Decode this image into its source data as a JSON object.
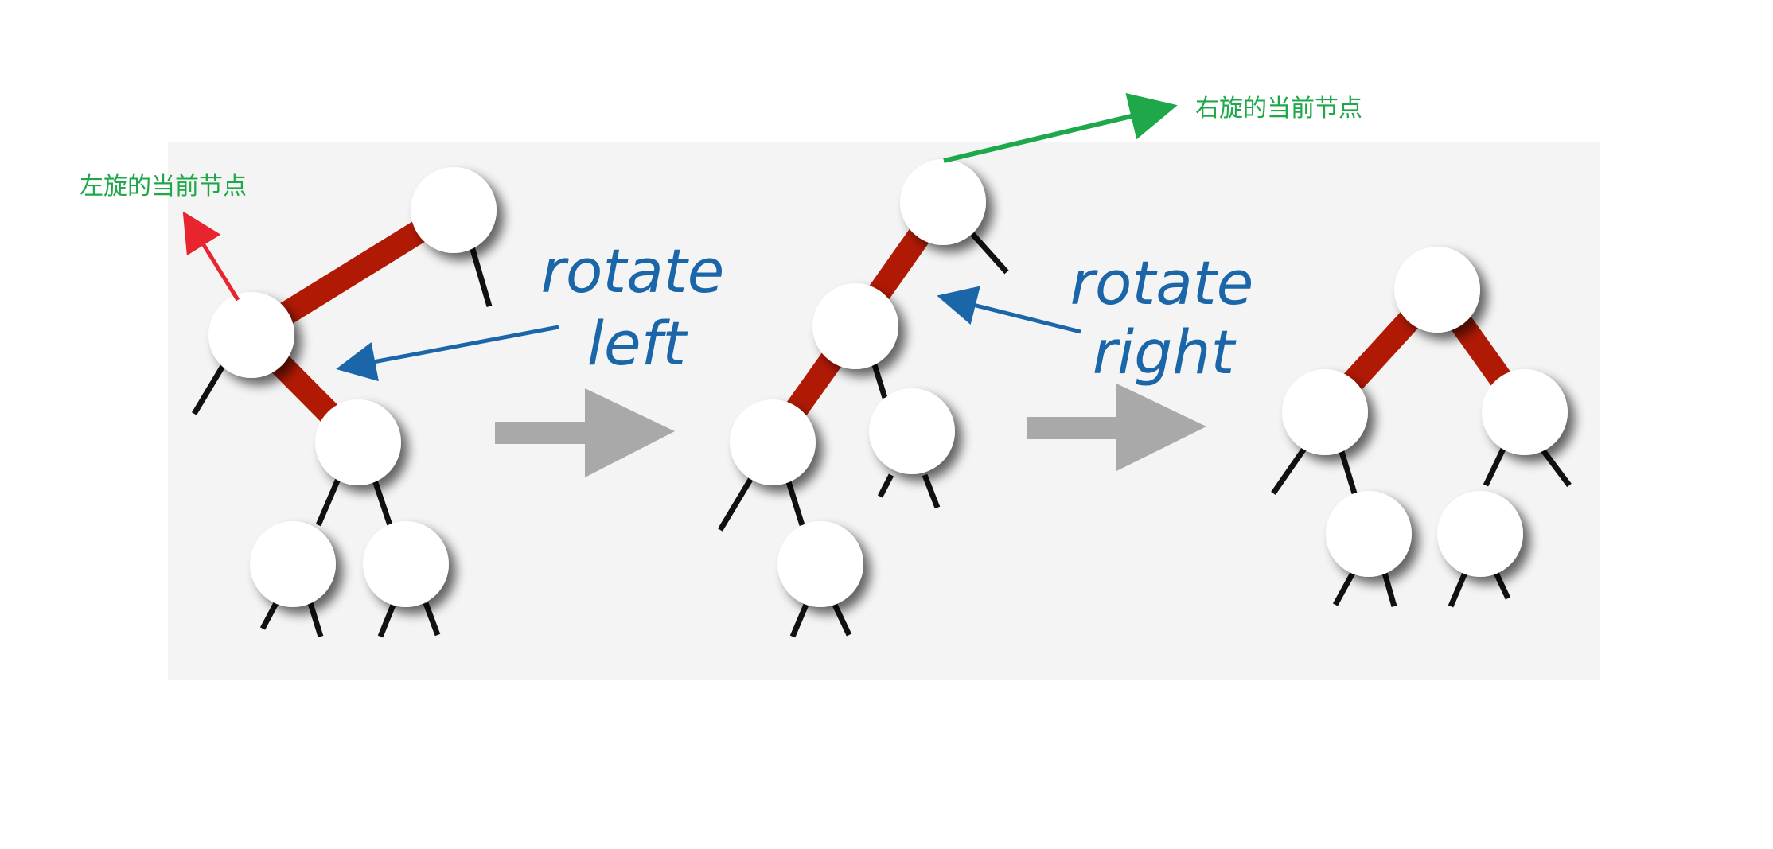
{
  "labels": {
    "rotate_left_line1": "rotate",
    "rotate_left_line2": "left",
    "rotate_right_line1": "rotate",
    "rotate_right_line2": "right"
  },
  "annotations": {
    "left_rotation_current_node": "左旋的当前节点",
    "right_rotation_current_node": "右旋的当前节点"
  },
  "colors": {
    "red_link": "#b01a05",
    "label_blue": "#1a66a8",
    "annotation_green": "#1fa84a",
    "annotation_red": "#e8242f",
    "transition_arrow_gray": "#a9a9a9"
  }
}
